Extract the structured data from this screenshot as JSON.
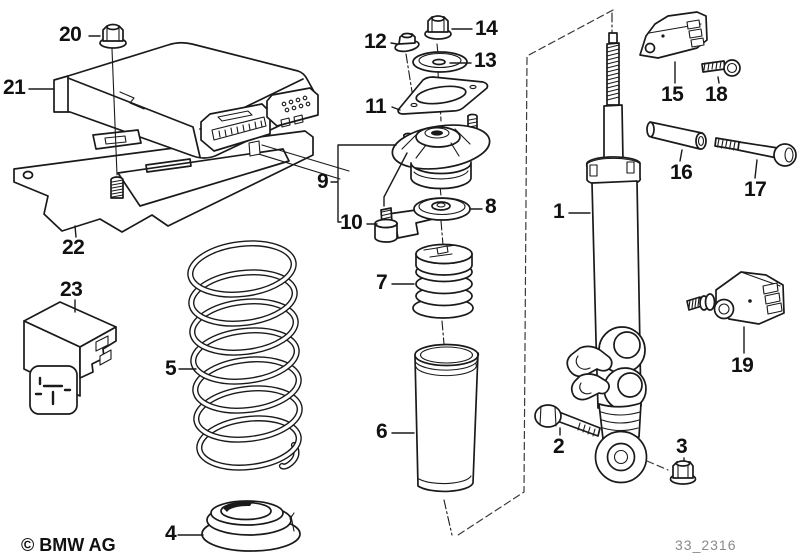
{
  "callouts": {
    "p1": "1",
    "p2": "2",
    "p3": "3",
    "p4": "4",
    "p5": "5",
    "p6": "6",
    "p7": "7",
    "p8": "8",
    "p9": "9",
    "p10": "10",
    "p11": "11",
    "p12": "12",
    "p13": "13",
    "p14": "14",
    "p15": "15",
    "p16": "16",
    "p17": "17",
    "p18": "18",
    "p19": "19",
    "p20": "20",
    "p21": "21",
    "p22": "22",
    "p23": "23"
  },
  "footer": {
    "copyright": "© BMW AG",
    "code": "33_2316"
  },
  "colors": {
    "line": "#1a1a1a",
    "background": "#ffffff",
    "code_text": "#8a8a8a"
  }
}
